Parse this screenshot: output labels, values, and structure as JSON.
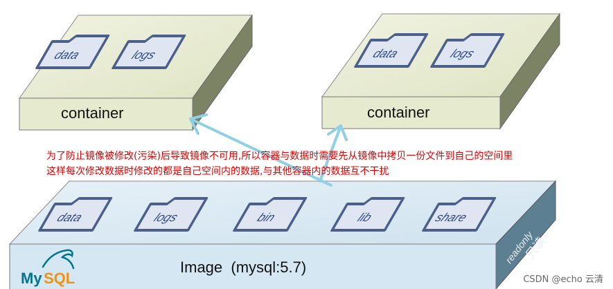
{
  "containers": [
    {
      "label": "container",
      "folders": [
        "data",
        "logs"
      ]
    },
    {
      "label": "container",
      "folders": [
        "data",
        "logs"
      ]
    }
  ],
  "image": {
    "label": "Image  (mysql:5.7)",
    "folders": [
      "data",
      "logs",
      "bin",
      "lib",
      "share"
    ],
    "readonly_en": "readonly",
    "readonly_cn": "只读",
    "logo": "MySQL"
  },
  "caption": {
    "line1": "为了防止镜像被修改(污染)后导致镜像不可用,所以容器与数据时需要先从镜像中拷贝一份文件到自己的空间里",
    "line2": "这样每次修改数据时修改的都是自己空间内的数据,与其他容器内的数据互不干扰"
  },
  "watermark": "CSDN @echo 云清",
  "colors": {
    "container_fill": "#e8ecd2",
    "image_fill": "#d6e8f2",
    "folder_fill": "#dfe6f2",
    "folder_stroke": "#4a5f8c",
    "arrow": "#8fd0e6",
    "caption": "#e00000",
    "mysql_blue": "#00758f",
    "mysql_orange": "#f29111"
  }
}
